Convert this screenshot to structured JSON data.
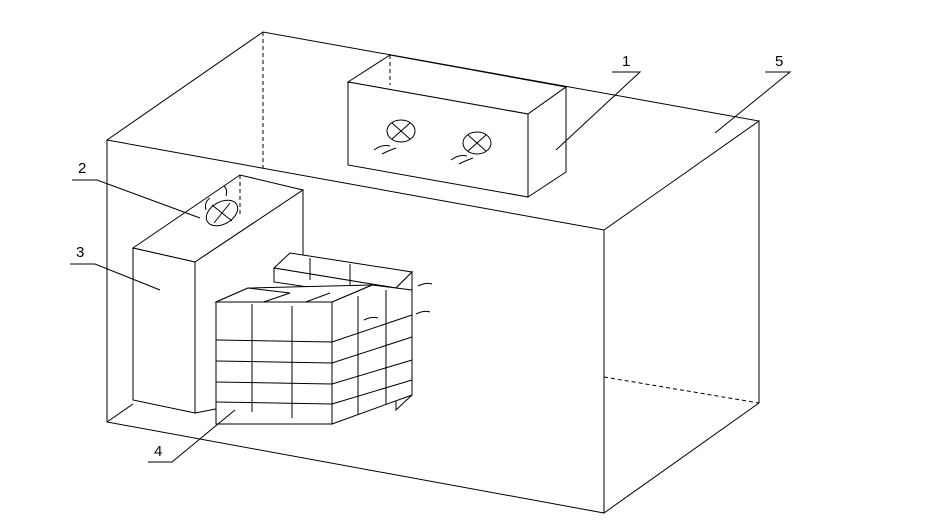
{
  "diagram": {
    "labels": [
      {
        "id": "1",
        "text": "1"
      },
      {
        "id": "2",
        "text": "2"
      },
      {
        "id": "3",
        "text": "3"
      },
      {
        "id": "4",
        "text": "4"
      },
      {
        "id": "5",
        "text": "5"
      }
    ]
  }
}
